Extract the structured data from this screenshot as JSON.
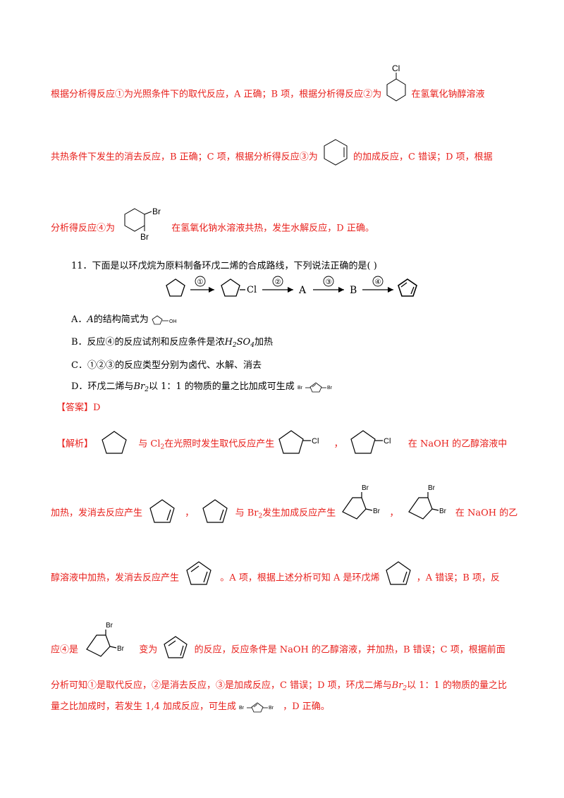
{
  "prev_analysis": {
    "line1_a": "根据分析得反应①为光照条件下的取代反应，A 正确；B 项，根据分析得反应②为",
    "line1_b": "在氢氧化钠醇溶液",
    "line2_a": "共热条件下发生的消去反应，B 正确；C 项，根据分析得反应③为",
    "line2_b": "的加成反应，C 错误；D 项，根据",
    "line3_a": "分析得反应④为",
    "line3_b": "在氢氧化钠水溶液共热，发生水解反应，D 正确。"
  },
  "question": {
    "number": "11．",
    "stem": "下面是以环戊烷为原料制备环戊二烯的合成路线，下列说法正确的是(        )",
    "route": {
      "step1": "①",
      "step2": "②",
      "step3": "③",
      "step4": "④",
      "A": "A",
      "B": "B"
    },
    "option_a_1": "A．",
    "option_a_var": "A",
    "option_a_2": "的结构简式为",
    "option_b_1": "B．反应④的反应试剂和反应条件是浓",
    "option_b_H": "H",
    "option_b_2": "2",
    "option_b_SO": "SO",
    "option_b_4": "4",
    "option_b_3": "加热",
    "option_c": "C．①②③的反应类型分别为卤代、水解、消去",
    "option_d_1": "D．环戊二烯与",
    "option_d_Br": "Br",
    "option_d_2": "2",
    "option_d_3": "以 1：1 的物质的量之比加成可生成"
  },
  "answer": {
    "label": "【答案】",
    "value": "D"
  },
  "analysis": {
    "label": "【解析】",
    "p1_a": "与 Cl",
    "p1_sub": "2",
    "p1_b": "在光照时发生取代反应产生",
    "p1_c": "，",
    "p1_d": "在 NaOH 的乙醇溶液中",
    "p2_a": "加热，发消去反应产生",
    "p2_b": "，",
    "p2_c": "与 Br",
    "p2_sub": "2",
    "p2_d": "发生加成反应产生",
    "p2_e": "，",
    "p2_f": "在 NaOH 的乙",
    "p3_a": "醇溶液中加热，发消去反应产生",
    "p3_b": "。A 项，根据上述分析可知 A 是环戊烯",
    "p3_c": "，A 错误；B 项，反",
    "p4_a": "应④是",
    "p4_b": "变为",
    "p4_c": "的反应，反应条件是 NaOH 的乙醇溶液，并加热，B 错误；C 项，根据前面",
    "p5_a": "分析可知①是取代反应，②是消去反应，③是加成反应，C 错误；D 项，环戊二烯与",
    "p5_Br": "Br",
    "p5_sub": "2",
    "p5_b": "以 1：1 的物质的量之比",
    "p6_a": "量之比加成时，若发生 1,4 加成反应，可生成",
    "p6_b": "，D 正确。"
  },
  "labels": {
    "cl": "Cl",
    "br": "Br",
    "oh": "OH"
  }
}
